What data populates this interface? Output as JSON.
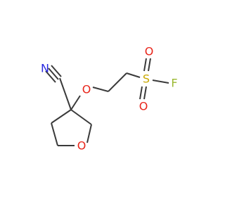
{
  "molecule": {
    "atoms": {
      "nitrile_n": "N",
      "ether_o": "O",
      "ring_o": "O",
      "sulfur": "S",
      "sulfonyl_o_top": "O",
      "sulfonyl_o_bottom": "O",
      "fluorine": "F"
    }
  },
  "colors": {
    "bond": "#3a3a3a",
    "oxygen": "#e8251a",
    "nitrogen": "#2a2ae0",
    "sulfur": "#c8a800",
    "fluorine": "#9ab830"
  }
}
